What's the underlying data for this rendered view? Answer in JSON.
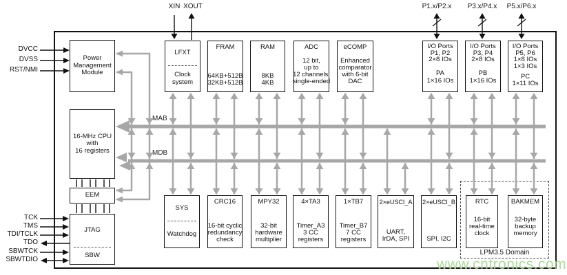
{
  "pins": {
    "top_left": [
      "DVCC",
      "DVSS",
      "RST/NMI"
    ],
    "bottom_left": [
      "TCK",
      "TMS",
      "TDI/TCLK",
      "TDO",
      "SBWTCK",
      "SBWTDIO"
    ],
    "xtal": [
      "XIN",
      "XOUT"
    ],
    "ports": [
      "P1.x/P2.x",
      "P3.x/P4.x",
      "P5.x/P6.x"
    ]
  },
  "buses": {
    "address": "MAB",
    "data": "MDB"
  },
  "blocks": {
    "pmm": {
      "body": [
        "Power",
        "Management",
        "Module"
      ]
    },
    "lfxt": {
      "title": "LFXT",
      "body": [
        "Clock",
        "system"
      ]
    },
    "fram": {
      "title": "FRAM",
      "body": [
        "64KB+512B",
        "32KB+512B"
      ]
    },
    "ram": {
      "title": "RAM",
      "body": [
        "8KB",
        "4KB"
      ]
    },
    "adc": {
      "title": "ADC",
      "body": [
        "12 bit,",
        "up to",
        "12 channels,",
        "single-ended"
      ]
    },
    "ecomp": {
      "title": "eCOMP",
      "body": [
        "Enhanced",
        "comparator",
        "with 6-bit",
        "DAC"
      ]
    },
    "io_pa": {
      "top": [
        "I/O Ports",
        "P1, P2",
        "2×8 IOs"
      ],
      "bottom": [
        "PA",
        "1×16 IOs"
      ]
    },
    "io_pb": {
      "top": [
        "I/O Ports",
        "P3, P4",
        "2×8 IOs"
      ],
      "bottom": [
        "PB",
        "1×16 IOs"
      ]
    },
    "io_pc": {
      "top": [
        "I/O Ports",
        "P5, P6",
        "1×8 IOs",
        "1×3 IOs"
      ],
      "bottom": [
        "PC",
        "1×11 IOs"
      ]
    },
    "cpu": {
      "body": [
        "16-MHz CPU",
        "with",
        "16 registers"
      ]
    },
    "eem": {
      "title": "EEM"
    },
    "jtag": {
      "title": "JTAG",
      "bottom_title": "SBW"
    },
    "sys": {
      "title": "SYS",
      "body": [
        "Watchdog"
      ]
    },
    "crc": {
      "title": "CRC16",
      "body": [
        "16-bit cyclic",
        "redundancy",
        "check"
      ]
    },
    "mpy": {
      "title": "MPY32",
      "body": [
        "32-bit",
        "hardware",
        "multiplier"
      ]
    },
    "ta3": {
      "title": "4×TA3",
      "body": [
        "Timer_A3",
        "3 CC",
        "registers"
      ]
    },
    "tb7": {
      "title": "1×TB7",
      "body": [
        "Timer_B7",
        "7 CC",
        "registers"
      ]
    },
    "uscia": {
      "title": "2×eUSCI_A",
      "body": [
        "UART,",
        "IrDA, SPI"
      ]
    },
    "uscib": {
      "title": "2×eUSCI_B",
      "body": [
        "SPI, I2C"
      ]
    },
    "rtc": {
      "title": "RTC",
      "body": [
        "16-bit",
        "real-time",
        "clock"
      ]
    },
    "bakmem": {
      "title": "BAKMEM",
      "body": [
        "32-byte",
        "backup",
        "memory"
      ]
    }
  },
  "lpm_domain": {
    "label": "LPM3.5 Domain"
  },
  "watermark": "www.cntronics.com",
  "colors": {
    "wire_gray": "#a7a7a7",
    "pin_black": "#111111",
    "watermark_green": "#a6d693"
  }
}
